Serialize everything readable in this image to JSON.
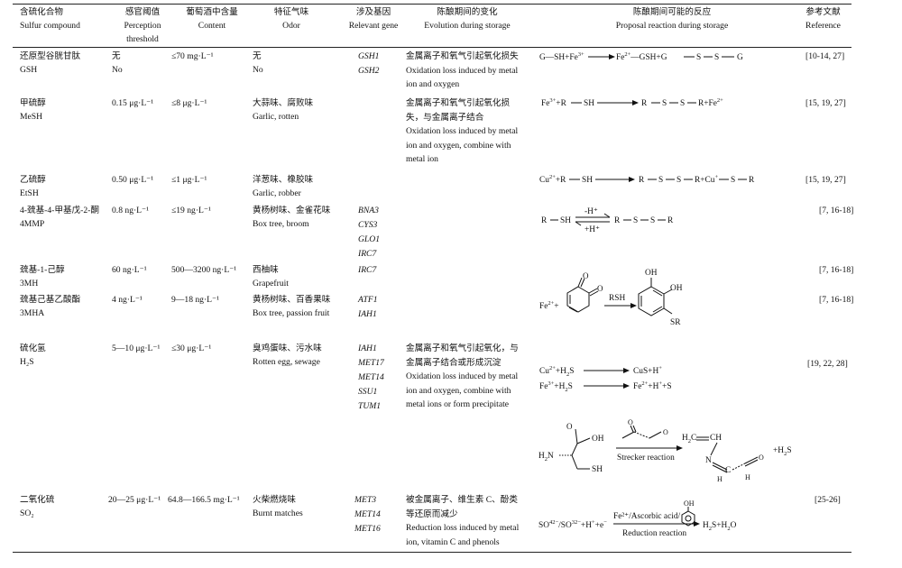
{
  "headers": {
    "compound": [
      "含硫化合物",
      "Sulfur compound"
    ],
    "threshold": [
      "感官阈值",
      "Perception",
      "threshold"
    ],
    "content": [
      "葡萄酒中含量",
      "Content"
    ],
    "odor": [
      "特征气味",
      "Odor"
    ],
    "gene": [
      "涉及基因",
      "Relevant gene"
    ],
    "evolution": [
      "陈酿期间的变化",
      "Evolution during storage"
    ],
    "reaction": [
      "陈酿期间可能的反应",
      "Proposal reaction during storage"
    ],
    "reference": [
      "参考文献",
      "Reference"
    ]
  },
  "rows": [
    {
      "name_cn": "还原型谷胱甘肽",
      "name_en": "GSH",
      "threshold_cn": "无",
      "threshold_en": "No",
      "content": "≤70 mg·L⁻¹",
      "odor_cn": "无",
      "odor_en": "No",
      "genes": [
        "GSH1",
        "GSH2"
      ],
      "evolution": [
        "金属离子和氧气引起氧化损失",
        "Oxidation loss induced by metal",
        "ion and oxygen"
      ],
      "reaction": "G—SH+Fe³⁺——→Fe²⁺—GSH+G—S—S—G",
      "reference": "[10-14, 27]"
    },
    {
      "name_cn": "甲硫醇",
      "name_en": "MeSH",
      "threshold": "0.15 μg·L⁻¹",
      "content": "≤8 μg·L⁻¹",
      "odor_cn": "大蒜味、腐败味",
      "odor_en": "Garlic, rotten",
      "genes": [],
      "evolution": [
        "金属离子和氧气引起氧化损",
        "失，与金属离子结合",
        "Oxidation loss induced by metal",
        "ion and oxygen, combine with",
        "metal ion"
      ],
      "reaction": "Fe³⁺+R—SH——→R—S—S—R+Fe²⁺",
      "reference": "[15, 19, 27]"
    },
    {
      "name_cn": "乙硫醇",
      "name_en": "EtSH",
      "threshold": "0.50 μg·L⁻¹",
      "content": "≤1 μg·L⁻¹",
      "odor_cn": "洋葱味、橡胶味",
      "odor_en": "Garlic, robber",
      "genes": [],
      "evolution": [],
      "reaction": "Cu²⁺+R—SH——→R—S—S—R+Cu⁺—S—R",
      "reference": "[15, 19, 27]"
    },
    {
      "name_cn": "4-巯基-4-甲基戊-2-酮",
      "name_en": "4MMP",
      "threshold": "0.8 ng·L⁻¹",
      "content": "≤19 ng·L⁻¹",
      "odor_cn": "黄杨树味、金雀花味",
      "odor_en": "Box tree, broom",
      "genes": [
        "BNA3",
        "CYS3",
        "GLO1",
        "IRC7"
      ],
      "evolution": [],
      "reaction": "R—SH ⇌ R—S—S—R (−H⁺ / +H⁺)",
      "reference": "[7, 16-18]"
    },
    {
      "name_cn": "巯基-1-己醇",
      "name_en": "3MH",
      "threshold": "60 ng·L⁻¹",
      "content": "500—3200 ng·L⁻¹",
      "odor_cn": "西柚味",
      "odor_en": "Grapefruit",
      "genes": [
        "IRC7"
      ],
      "evolution": [],
      "reaction": "Fe²⁺ + o-quinone —RSH→ 3-SR-catechol",
      "reference": "[7, 16-18]"
    },
    {
      "name_cn": "巯基己基乙酸酯",
      "name_en": "3MHA",
      "threshold": "4 ng·L⁻¹",
      "content": "9—18 ng·L⁻¹",
      "odor_cn": "黄杨树味、百香果味",
      "odor_en": "Box tree, passion fruit",
      "genes": [
        "ATF1",
        "IAH1"
      ],
      "evolution": [],
      "reaction": "",
      "reference": "[7, 16-18]"
    },
    {
      "name_cn": "硫化氢",
      "name_en": "H₂S",
      "threshold": "5—10 μg·L⁻¹",
      "content": "≤30 μg·L⁻¹",
      "odor_cn": "臭鸡蛋味、污水味",
      "odor_en": "Rotten egg, sewage",
      "genes": [
        "IAH1",
        "MET17",
        "MET14",
        "SSU1",
        "TUM1"
      ],
      "evolution": [
        "金属离子和氧气引起氧化，与",
        "金属离子结合或形成沉淀",
        "Oxidation loss induced by metal",
        "ion and oxygen, combine with",
        "metal ions or form precipitate"
      ],
      "reaction": "Cu²⁺+H₂S→CuS+H⁺; Fe³⁺+H₂S→Fe²⁺+H⁺+S; Strecker reaction",
      "reference": "[19, 22, 28]"
    },
    {
      "name_cn": "二氧化硫",
      "name_en": "SO₂",
      "threshold": "20—25 μg·L⁻¹",
      "content": "64.8—166.5 mg·L⁻¹",
      "odor_cn": "火柴燃烧味",
      "odor_en": "Burnt matches",
      "genes": [
        "MET3",
        "MET14",
        "MET16"
      ],
      "evolution": [
        "被金属离子、维生素 C、酚类",
        "等还原而减少",
        "Reduction loss induced by metal",
        "ion, vitamin C and phenols"
      ],
      "reaction": "SO₄²⁻/SO₃²⁻+H⁺+e⁻ → H₂S+H₂O",
      "reference": "[25-26]"
    }
  ],
  "rx": {
    "strecker": "Strecker reaction",
    "reduction": "Reduction reaction",
    "catalyst": "Fe²⁺/Ascorbic acid/",
    "rsh": "RSH",
    "minus_h": "-H⁺",
    "plus_h": "+H⁺"
  }
}
